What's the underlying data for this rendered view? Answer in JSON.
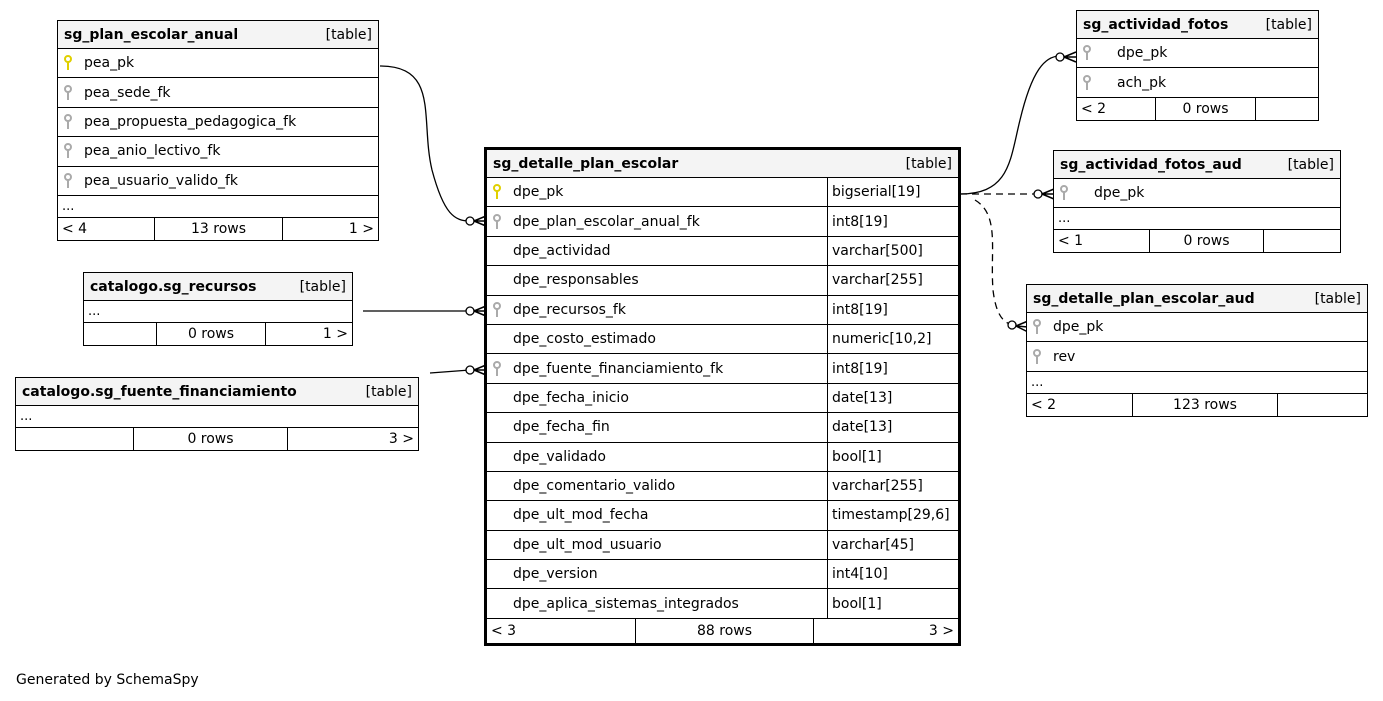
{
  "footer_text": "Generated by SchemaSpy",
  "key_colors": {
    "primary": "#e0d000",
    "foreign": "#aaaaaa"
  },
  "tables": {
    "plan_escolar_anual": {
      "name": "sg_plan_escolar_anual",
      "kind": "[table]",
      "columns": [
        {
          "name": "pea_pk",
          "key": "primary"
        },
        {
          "name": "pea_sede_fk",
          "key": "foreign"
        },
        {
          "name": "pea_propuesta_pedagogica_fk",
          "key": "foreign"
        },
        {
          "name": "pea_anio_lectivo_fk",
          "key": "foreign"
        },
        {
          "name": "pea_usuario_valido_fk",
          "key": "foreign"
        }
      ],
      "ellipsis": "...",
      "footer": {
        "left": "< 4",
        "center": "13 rows",
        "right": "1 >"
      }
    },
    "recursos": {
      "name": "catalogo.sg_recursos",
      "kind": "[table]",
      "ellipsis": "...",
      "footer": {
        "left": "",
        "center": "0 rows",
        "right": "1 >"
      }
    },
    "fuente_financiamiento": {
      "name": "catalogo.sg_fuente_financiamiento",
      "kind": "[table]",
      "ellipsis": "...",
      "footer": {
        "left": "",
        "center": "0 rows",
        "right": "3 >"
      }
    },
    "detalle_plan_escolar": {
      "name": "sg_detalle_plan_escolar",
      "kind": "[table]",
      "columns": [
        {
          "name": "dpe_pk",
          "type": "bigserial[19]",
          "key": "primary"
        },
        {
          "name": "dpe_plan_escolar_anual_fk",
          "type": "int8[19]",
          "key": "foreign"
        },
        {
          "name": "dpe_actividad",
          "type": "varchar[500]",
          "key": "none"
        },
        {
          "name": "dpe_responsables",
          "type": "varchar[255]",
          "key": "none"
        },
        {
          "name": "dpe_recursos_fk",
          "type": "int8[19]",
          "key": "foreign"
        },
        {
          "name": "dpe_costo_estimado",
          "type": "numeric[10,2]",
          "key": "none"
        },
        {
          "name": "dpe_fuente_financiamiento_fk",
          "type": "int8[19]",
          "key": "foreign"
        },
        {
          "name": "dpe_fecha_inicio",
          "type": "date[13]",
          "key": "none"
        },
        {
          "name": "dpe_fecha_fin",
          "type": "date[13]",
          "key": "none"
        },
        {
          "name": "dpe_validado",
          "type": "bool[1]",
          "key": "none"
        },
        {
          "name": "dpe_comentario_valido",
          "type": "varchar[255]",
          "key": "none"
        },
        {
          "name": "dpe_ult_mod_fecha",
          "type": "timestamp[29,6]",
          "key": "none"
        },
        {
          "name": "dpe_ult_mod_usuario",
          "type": "varchar[45]",
          "key": "none"
        },
        {
          "name": "dpe_version",
          "type": "int4[10]",
          "key": "none"
        },
        {
          "name": "dpe_aplica_sistemas_integrados",
          "type": "bool[1]",
          "key": "none"
        }
      ],
      "footer": {
        "left": "< 3",
        "center": "88 rows",
        "right": "3 >"
      }
    },
    "actividad_fotos": {
      "name": "sg_actividad_fotos",
      "kind": "[table]",
      "columns": [
        {
          "name": "dpe_pk",
          "key": "foreign"
        },
        {
          "name": "ach_pk",
          "key": "foreign"
        }
      ],
      "footer": {
        "left": "< 2",
        "center": "0 rows",
        "right": ""
      }
    },
    "actividad_fotos_aud": {
      "name": "sg_actividad_fotos_aud",
      "kind": "[table]",
      "columns": [
        {
          "name": "dpe_pk",
          "key": "foreign"
        }
      ],
      "ellipsis": "...",
      "footer": {
        "left": "< 1",
        "center": "0 rows",
        "right": ""
      }
    },
    "detalle_plan_escolar_aud": {
      "name": "sg_detalle_plan_escolar_aud",
      "kind": "[table]",
      "columns": [
        {
          "name": "dpe_pk",
          "key": "foreign"
        },
        {
          "name": "rev",
          "key": "foreign"
        }
      ],
      "ellipsis": "...",
      "footer": {
        "left": "< 2",
        "center": "123 rows",
        "right": ""
      }
    }
  }
}
